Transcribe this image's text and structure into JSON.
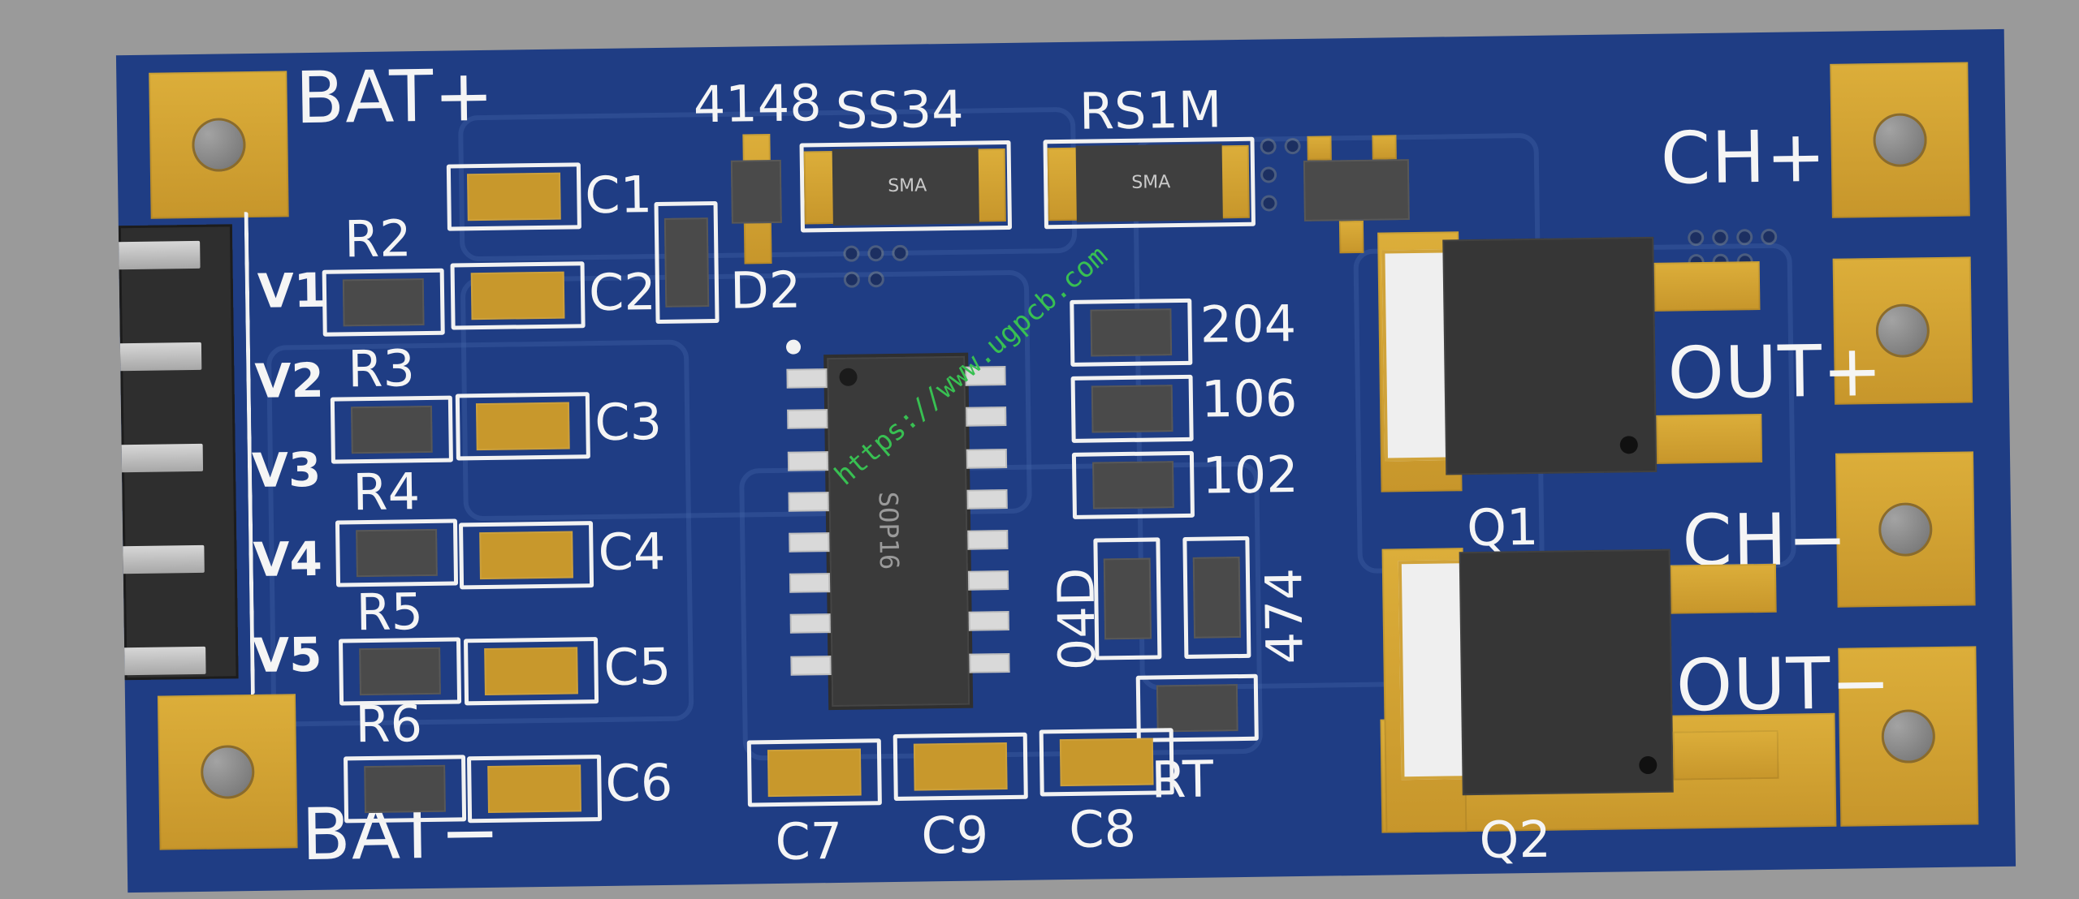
{
  "labels": {
    "bat_plus": "BAT+",
    "bat_minus": "BAT−",
    "ch_plus": "CH+",
    "ch_minus": "CH−",
    "out_plus": "OUT+",
    "out_minus": "OUT−",
    "r2": "R2",
    "r3": "R3",
    "r4": "R4",
    "r5": "R5",
    "r6": "R6",
    "v1": "V1",
    "v2": "V2",
    "v3": "V3",
    "v4": "V4",
    "v5": "V5",
    "c1": "C1",
    "c2": "C2",
    "c3": "C3",
    "c4": "C4",
    "c5": "C5",
    "c6": "C6",
    "c7": "C7",
    "c8": "C8",
    "c9": "C9",
    "d2": "D2",
    "code_4148": "4148",
    "ss34": "SS34",
    "rs1m": "RS1M",
    "code_204": "204",
    "code_106": "106",
    "code_102": "102",
    "code_04d": "04D",
    "code_474": "474",
    "rt": "RT",
    "q1": "Q1",
    "q2": "Q2",
    "ic_marking": "SOP16",
    "diode_sma_1": "SMA",
    "diode_sma_2": "SMA",
    "watermark": "https://www.ugpcb.com"
  },
  "colors": {
    "board": "#1f3d84",
    "silkscreen": "#f5f5f5",
    "copper_pad": "#d4a535",
    "background": "#9a9a9a",
    "watermark": "#38c052"
  }
}
